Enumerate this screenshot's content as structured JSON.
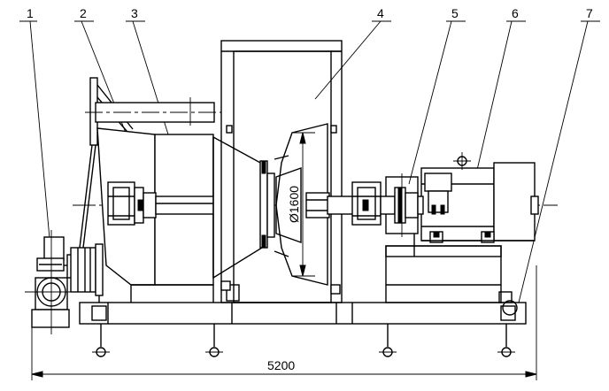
{
  "callouts": [
    "1",
    "2",
    "3",
    "4",
    "5",
    "6",
    "7"
  ],
  "dimensions": {
    "overall_length": "5200",
    "diameter": "Ø1600"
  }
}
